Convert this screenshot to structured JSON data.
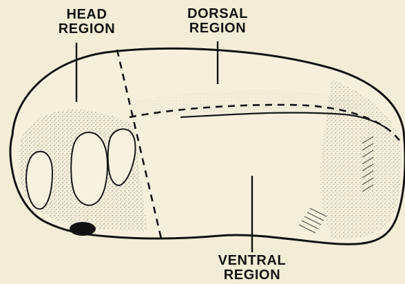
{
  "labels": {
    "head": {
      "line1": "HEAD",
      "line2": "REGION"
    },
    "dorsal": {
      "line1": "DORSAL",
      "line2": "REGION"
    },
    "ventral": {
      "line1": "VENTRAL",
      "line2": "REGION"
    }
  },
  "colors": {
    "paper": "#f3ecd6",
    "ink": "#121212",
    "stipple": "#3a3428"
  }
}
